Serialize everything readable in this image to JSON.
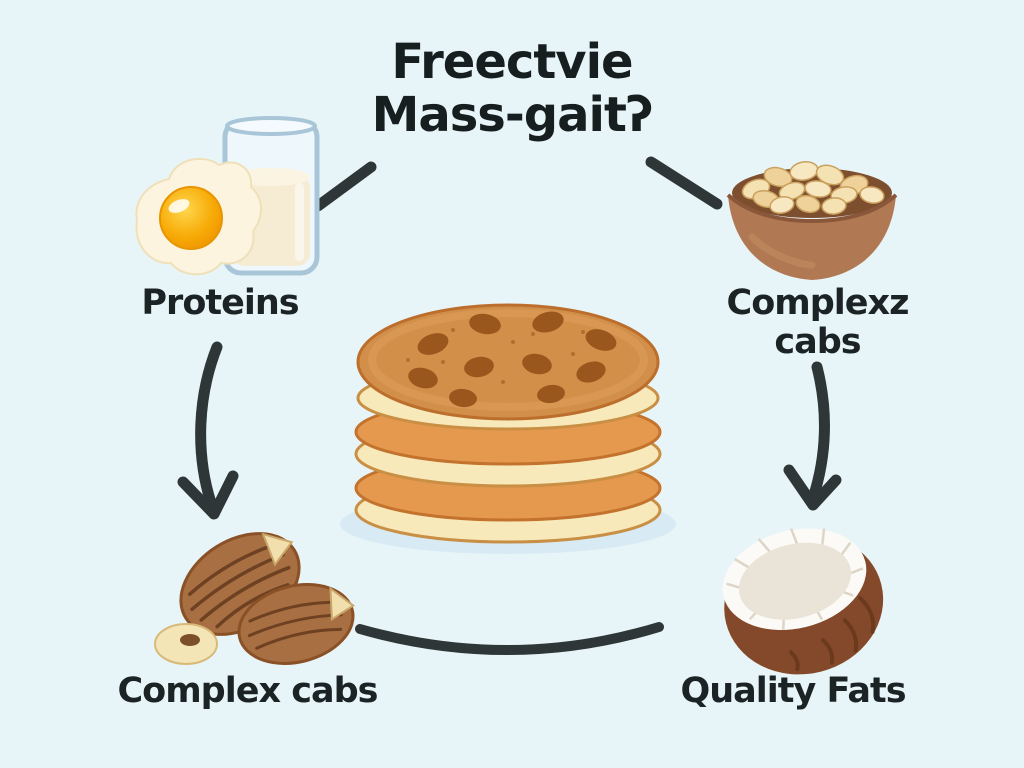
{
  "title": {
    "line1": "Freectvie",
    "line2": "Mass-gaitʔ"
  },
  "labels": {
    "proteins": "Proteins",
    "complex_top_line1": "Complexz",
    "complex_top_line2": "cabs",
    "complex_bottom": "Complex cabs",
    "quality_fats": "Quality Fats"
  },
  "illustrations": {
    "top_left": "fried-egg-and-milk-glass",
    "top_right": "bowl-of-oats",
    "center": "pancake-stack",
    "bottom_left": "almonds",
    "bottom_right": "coconut-half"
  },
  "colors": {
    "background": "#e8f5f8",
    "heading_text": "#171e20",
    "label_text": "#1b2325",
    "connector": "#2f3638",
    "pancake_body": "#e5994e",
    "pancake_top": "#d18f4a",
    "pancake_edge": "#f8e9bb",
    "pancake_spot": "#9a571d",
    "pancake_shadow": "#d8eaf4",
    "bowl": "#b07953",
    "oat": "#f4e2b2",
    "milk": "#f6ecd4",
    "egg_white": "#fcf4de",
    "egg_yolk": "#f7ab07",
    "almond": "#a86f42",
    "coconut_shell": "#84492a",
    "coconut_flesh": "#eae3d7"
  }
}
